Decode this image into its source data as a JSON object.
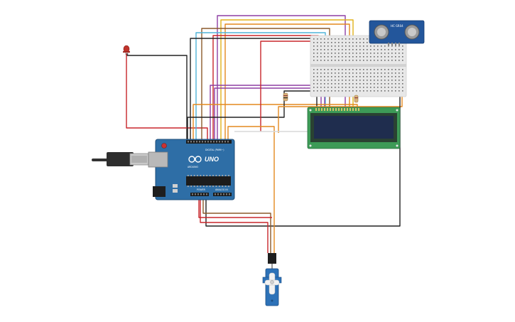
{
  "components": {
    "arduino": {
      "label": "UNO",
      "brand": "ARDUINO",
      "section_power": "POWER",
      "section_analog": "ANALOG IN",
      "section_digital": "DIGITAL (PWM~)"
    },
    "sensor": {
      "label": "HC-SR04"
    },
    "lcd": {
      "type": "16x2 LCD"
    },
    "servo": {
      "type": "micro servo"
    },
    "led": {
      "color": "red"
    }
  },
  "colors": {
    "board_blue": "#2e6ea6",
    "board_dark": "#1f4d78",
    "lcd_green": "#3d9b57",
    "lcd_screen": "#1f2d4e",
    "servo_blue": "#2d72b8",
    "wire_red": "#c8262b",
    "wire_black": "#222222",
    "wire_orange": "#e3891e",
    "wire_yellow": "#e2b21b",
    "wire_purple": "#8e3ea4",
    "wire_brown": "#8b5a2b",
    "wire_cyan": "#4fb3d9"
  }
}
